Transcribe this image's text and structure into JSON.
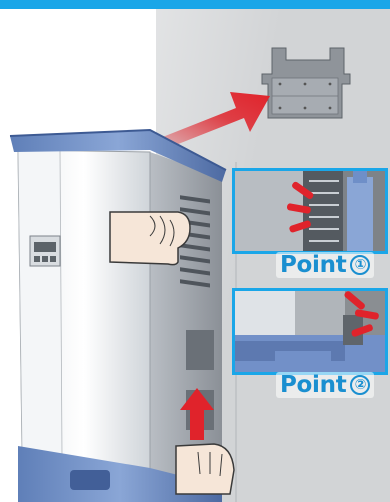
{
  "points": [
    {
      "label": "Point",
      "number": "①"
    },
    {
      "label": "Point",
      "number": "②"
    }
  ],
  "icons": [
    "mounting-bracket-icon",
    "direction-arrow-icon",
    "lift-arrow-icon",
    "hand-icon",
    "impact-marks-icon"
  ],
  "colors": {
    "accent": "#1aa6e8",
    "label": "#1a8fd0",
    "arrow": "#e0232b",
    "device_trim": "#6f8fc8",
    "wall": "#d2d4d6"
  }
}
